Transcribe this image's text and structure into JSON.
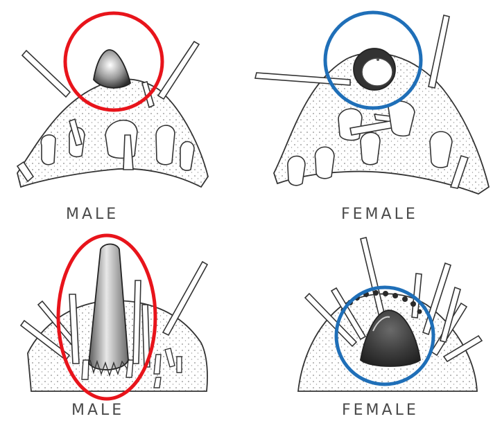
{
  "labels": {
    "top_left": "MALE",
    "top_right": "FEMALE",
    "bottom_left": "MALE",
    "bottom_right": "FEMALE"
  },
  "colors": {
    "male_highlight": "#e8141b",
    "female_highlight": "#1f6fb8",
    "ink": "#3a3a3a",
    "stipple": "#7a7a7a",
    "label_text": "#4a4a4a"
  }
}
